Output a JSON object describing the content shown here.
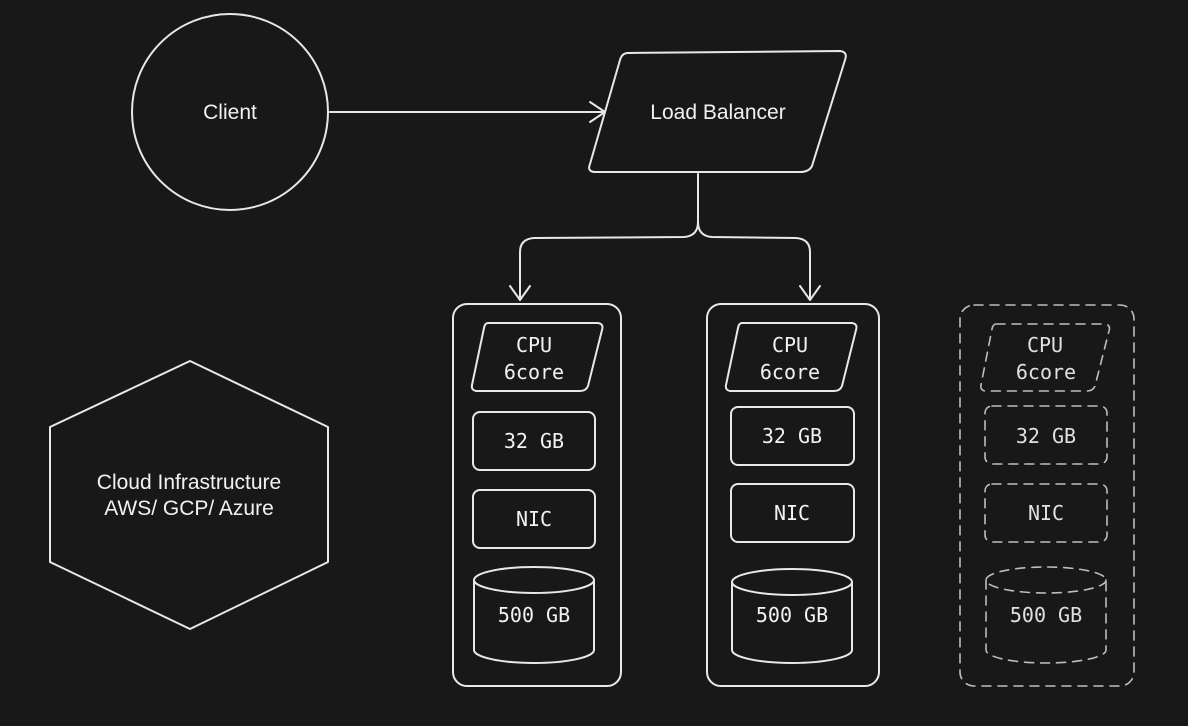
{
  "nodes": {
    "client": "Client",
    "load_balancer": "Load Balancer",
    "cloud_line1": "Cloud Infrastructure",
    "cloud_line2": "AWS/ GCP/ Azure"
  },
  "servers": [
    {
      "cpu_line1": "CPU",
      "cpu_line2": "6core",
      "ram": "32 GB",
      "nic": "NIC",
      "disk": "500 GB"
    },
    {
      "cpu_line1": "CPU",
      "cpu_line2": "6core",
      "ram": "32 GB",
      "nic": "NIC",
      "disk": "500 GB"
    },
    {
      "cpu_line1": "CPU",
      "cpu_line2": "6core",
      "ram": "32 GB",
      "nic": "NIC",
      "disk": "500 GB"
    }
  ],
  "colors": {
    "background": "#181818",
    "stroke": "#e8e8e8",
    "text": "#f2f2f2"
  }
}
